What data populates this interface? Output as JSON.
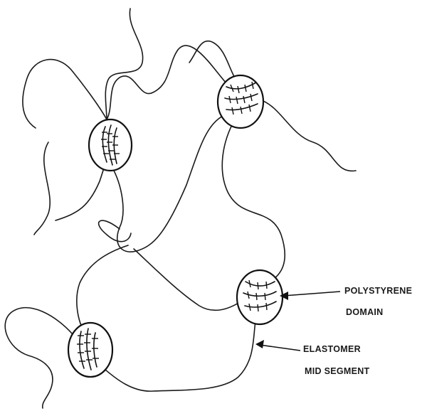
{
  "labels": {
    "polystyrene_line1": "POLYSTYRENE",
    "polystyrene_line2": "DOMAIN",
    "elastomer_line1": "ELASTOMER",
    "elastomer_line2": "MID SEGMENT"
  }
}
